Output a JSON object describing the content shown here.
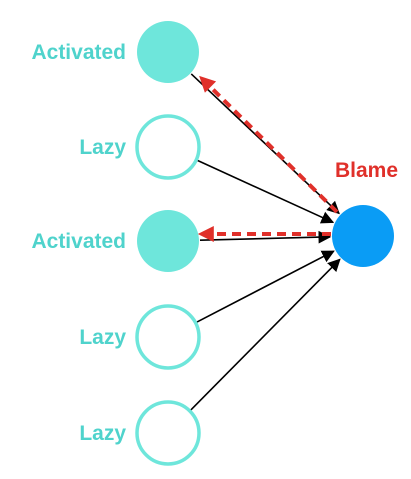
{
  "colors": {
    "activated": "#6ee6db",
    "lazy_stroke": "#6ee6db",
    "label": "#4fd3cc",
    "output": "#0a9cf5",
    "edge": "#000000",
    "blame": "#e0302a"
  },
  "nodes": [
    {
      "label": "Activated",
      "state": "activated"
    },
    {
      "label": "Lazy",
      "state": "lazy"
    },
    {
      "label": "Activated",
      "state": "activated"
    },
    {
      "label": "Lazy",
      "state": "lazy"
    },
    {
      "label": "Lazy",
      "state": "lazy"
    }
  ],
  "blame": {
    "label": "Blame",
    "targets": [
      0,
      2
    ]
  }
}
